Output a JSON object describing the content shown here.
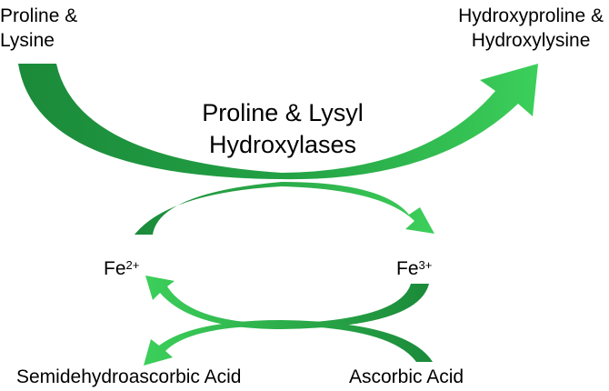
{
  "labels": {
    "substrate_line1": "Proline &",
    "substrate_line2": "Lysine",
    "product_line1": "Hydroxyproline &",
    "product_line2": "Hydroxylysine",
    "enzyme_line1": "Proline & Lysyl",
    "enzyme_line2": "Hydroxylases",
    "fe2_base": "Fe",
    "fe2_charge": "2+",
    "fe3_base": "Fe",
    "fe3_charge": "3+",
    "semidehydroascorbic": "Semidehydroascorbic Acid",
    "ascorbic": "Ascorbic Acid"
  },
  "colors": {
    "arrow_dark": "#1b8a3a",
    "arrow_light": "#3ccf5a"
  }
}
